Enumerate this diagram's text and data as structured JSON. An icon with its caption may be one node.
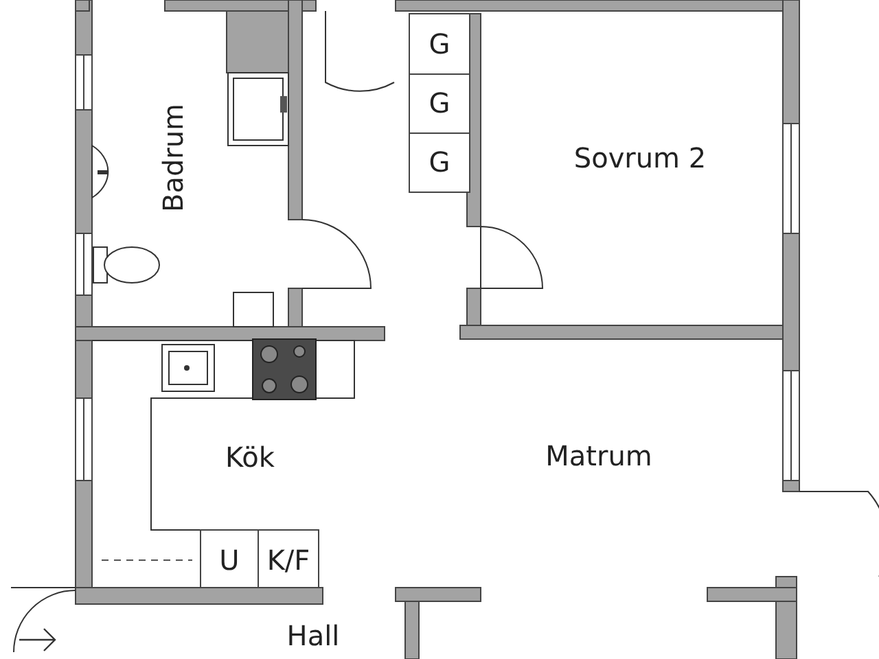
{
  "diagram": {
    "labels": [
      "Badrum",
      "G",
      "G",
      "G",
      "Sovrum 2",
      "Kök",
      "Matrum",
      "U",
      "K/F",
      "Hall"
    ]
  }
}
